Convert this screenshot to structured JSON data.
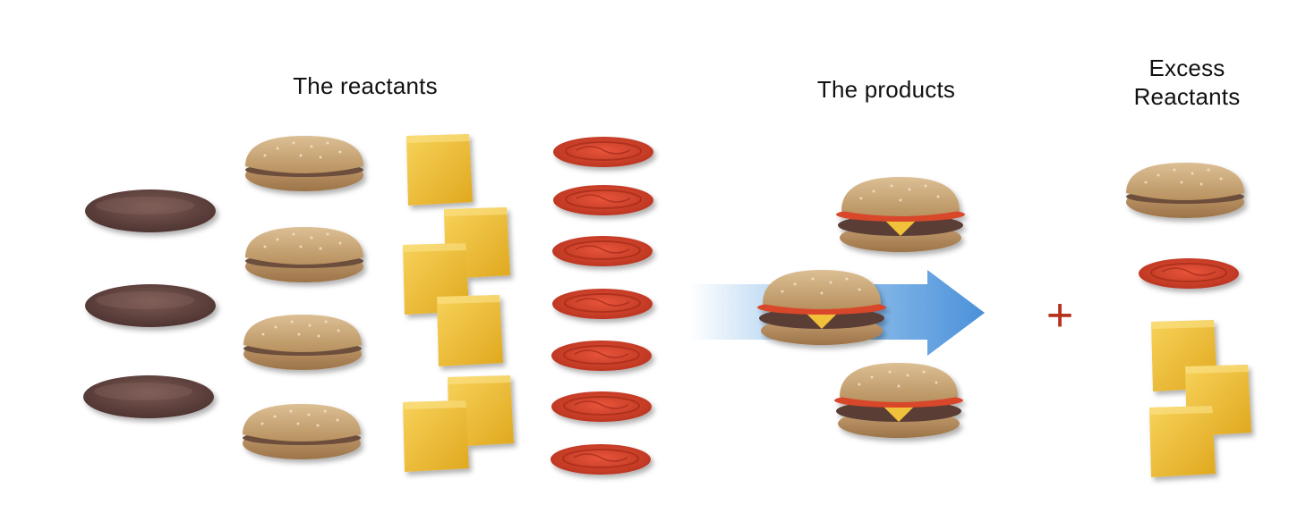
{
  "labels": {
    "reactants": "The reactants",
    "products": "The products",
    "excess_line1": "Excess",
    "excess_line2": "Reactants"
  },
  "symbols": {
    "plus": "+"
  },
  "colors": {
    "patty": "#6b4a45",
    "bun": "#c9a477",
    "bun_dark": "#8a6a48",
    "cheese": "#f2c13a",
    "tomato": "#d9472b",
    "arrow": "#5aa0e0",
    "plus": "#b5321c"
  }
}
